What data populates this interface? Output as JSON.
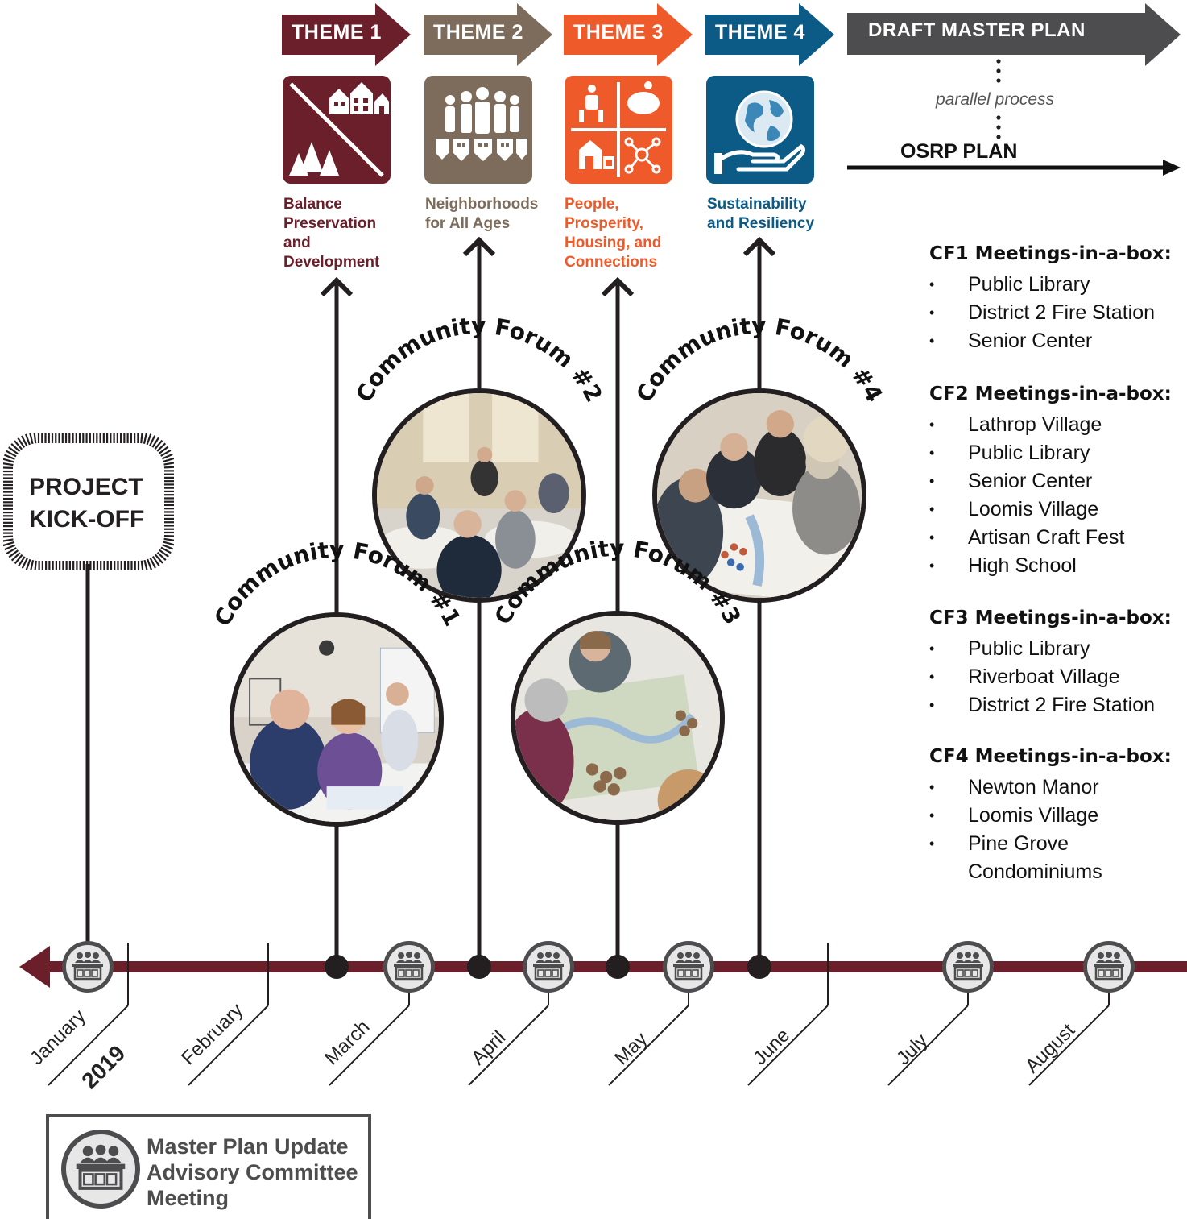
{
  "themes": [
    {
      "label": "THEME 1",
      "caption": "Balance Preservation and Development",
      "color": "#6b1f2a",
      "icon": "houses-and-trees-icon"
    },
    {
      "label": "THEME 2",
      "caption": "Neighborhoods for All Ages",
      "color": "#7d6c5b",
      "icon": "family-group-icon"
    },
    {
      "label": "THEME 3",
      "caption": "People, Prosperity, Housing, and Connections",
      "color": "#ee5a2a",
      "icon": "prosperity-grid-icon"
    },
    {
      "label": "THEME 4",
      "caption": "Sustainability and Resiliency",
      "color": "#0c5a86",
      "icon": "globe-in-hand-icon"
    }
  ],
  "draft_master_plan": "DRAFT MASTER PLAN",
  "parallel_process": "parallel process",
  "osrp_plan": "OSRP PLAN",
  "kickoff": {
    "line1": "PROJECT",
    "line2": "KICK-OFF"
  },
  "forums": [
    {
      "label": "Community Forum #1"
    },
    {
      "label": "Community Forum #2"
    },
    {
      "label": "Community Forum #3"
    },
    {
      "label": "Community Forum #4"
    }
  ],
  "meetings_in_a_box": [
    {
      "title": "CF1 Meetings-in-a-box:",
      "items": [
        "Public Library",
        "District 2 Fire Station",
        "Senior Center"
      ]
    },
    {
      "title": "CF2 Meetings-in-a-box:",
      "items": [
        "Lathrop Village",
        "Public Library",
        "Senior Center",
        "Loomis Village",
        "Artisan Craft Fest",
        "High School"
      ]
    },
    {
      "title": "CF3 Meetings-in-a-box:",
      "items": [
        "Public Library",
        "Riverboat Village",
        "District 2 Fire Station"
      ]
    },
    {
      "title": "CF4 Meetings-in-a-box:",
      "items": [
        "Newton Manor",
        "Loomis Village",
        "Pine Grove Condominiums"
      ]
    }
  ],
  "timeline": {
    "months": [
      "January",
      "February",
      "March",
      "April",
      "May",
      "June",
      "July",
      "August"
    ],
    "year": "2019",
    "color": "#6b1f2a"
  },
  "legend": {
    "line1": "Master Plan Update",
    "line2": "Advisory Committee",
    "line3": "Meeting",
    "icon": "committee-icon"
  }
}
